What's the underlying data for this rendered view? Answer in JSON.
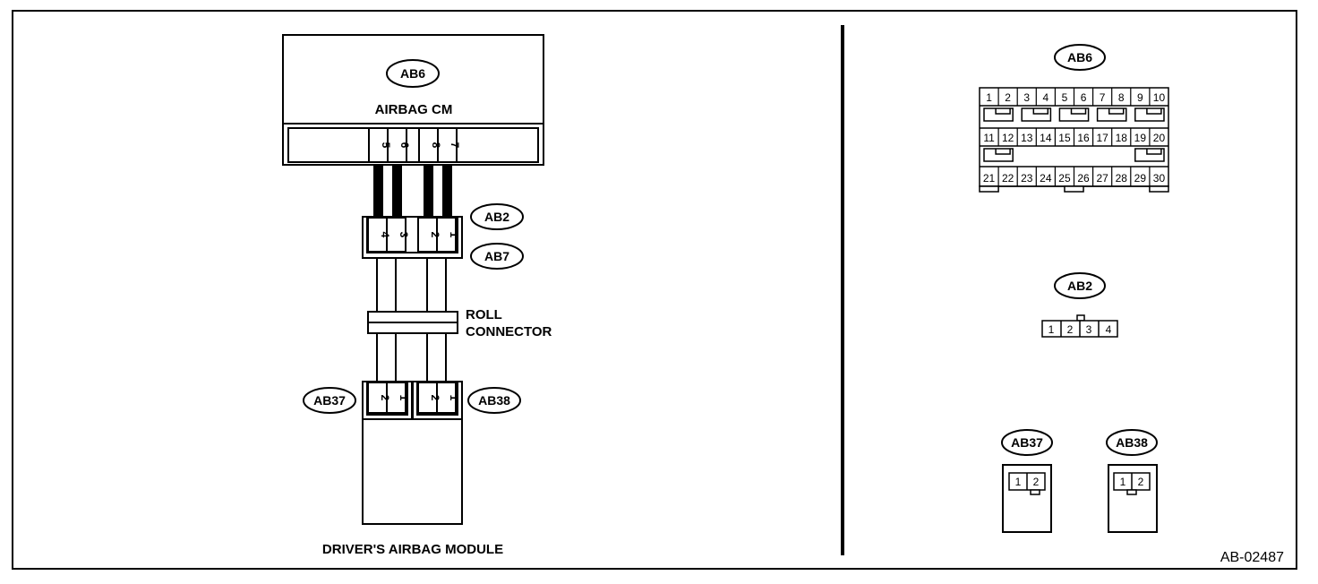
{
  "connectors": {
    "ab6": "AB6",
    "ab2": "AB2",
    "ab7": "AB7",
    "ab37": "AB37",
    "ab38": "AB38"
  },
  "labels": {
    "airbag_cm": "AIRBAG CM",
    "roll_connector_line1": "ROLL",
    "roll_connector_line2": "CONNECTOR",
    "driver_module": "DRIVER'S AIRBAG MODULE",
    "figure_code": "AB-02487"
  },
  "wiring": {
    "cm_pins": [
      "5",
      "6",
      "8",
      "7"
    ],
    "ab2_pins": [
      "4",
      "3",
      "2",
      "1"
    ],
    "ab37_pins": [
      "2",
      "1"
    ],
    "ab38_pins": [
      "2",
      "1"
    ]
  },
  "connector_views": {
    "ab6_pins": [
      [
        "1",
        "2",
        "3",
        "4",
        "5",
        "6",
        "7",
        "8",
        "9",
        "10"
      ],
      [
        "11",
        "12",
        "13",
        "14",
        "15",
        "16",
        "17",
        "18",
        "19",
        "20"
      ],
      [
        "21",
        "22",
        "23",
        "24",
        "25",
        "26",
        "27",
        "28",
        "29",
        "30"
      ]
    ],
    "ab2_pins": [
      "1",
      "2",
      "3",
      "4"
    ],
    "ab37_pins": [
      "1",
      "2"
    ],
    "ab38_pins": [
      "1",
      "2"
    ]
  }
}
